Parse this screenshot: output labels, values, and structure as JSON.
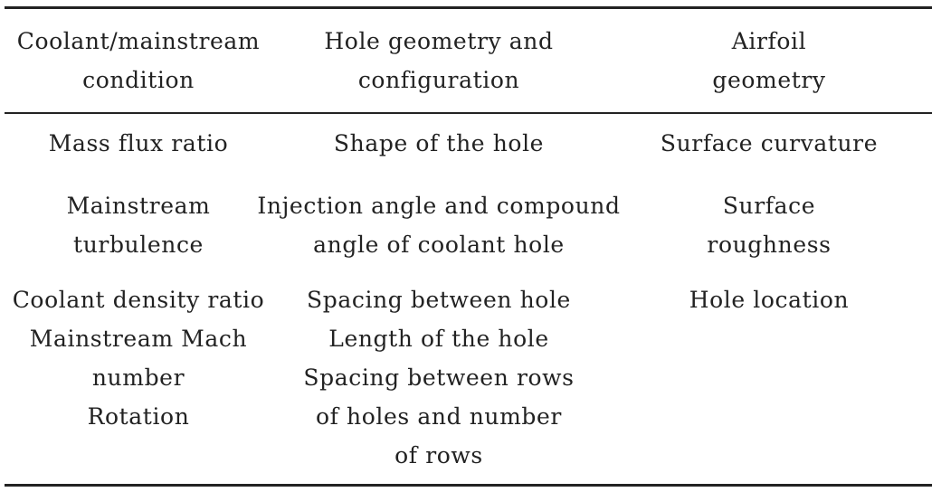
{
  "table": {
    "headers": [
      [
        "Coolant/mainstream",
        "condition"
      ],
      [
        "Hole geometry and",
        "configuration"
      ],
      [
        "Airfoil",
        "geometry"
      ]
    ],
    "rows": [
      [
        [
          "Mass flux ratio"
        ],
        [
          "Shape of the hole"
        ],
        [
          "Surface curvature"
        ]
      ],
      [
        [
          "Mainstream",
          "turbulence"
        ],
        [
          "Injection angle and compound",
          "angle of coolant hole"
        ],
        [
          "Surface",
          "roughness"
        ]
      ],
      [
        [
          "Coolant density ratio",
          "Mainstream Mach",
          "number",
          "Rotation"
        ],
        [
          "Spacing between hole",
          "Length of the hole",
          "Spacing between rows",
          "of holes and number",
          "of rows"
        ],
        [
          "Hole location"
        ]
      ]
    ]
  }
}
